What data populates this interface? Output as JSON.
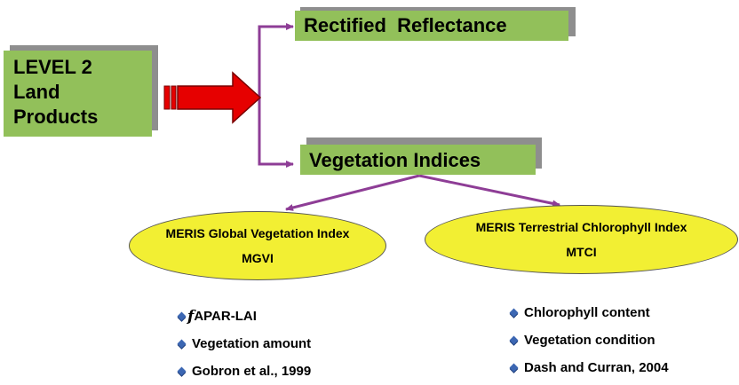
{
  "level_box": {
    "line1": "LEVEL 2",
    "line2": "Land",
    "line3": "Products"
  },
  "rectified": "Rectified  Reflectance",
  "vegetation": "Vegetation Indices",
  "mgvi": {
    "line1": "MERIS Global Vegetation Index",
    "line2": "MGVI"
  },
  "mtci": {
    "line1": "MERIS Terrestrial Chlorophyll Index",
    "line2": "MTCI"
  },
  "mgvi_list": {
    "fapar_prefix": "f",
    "fapar_rest": "APAR-LAI",
    "item2": "Vegetation amount",
    "item3": "Gobron et al., 1999"
  },
  "mtci_list": {
    "item1": "Chlorophyll content",
    "item2": "Vegetation condition",
    "item3": "Dash and Curran, 2004"
  },
  "colors": {
    "box_green": "#92c05a",
    "shadow_gray": "#8e8e8e",
    "connector_purple": "#8e3d96",
    "arrow_red": "#e60000",
    "ellipse_yellow": "#f2ef33",
    "bullet_blue": "#3c67b3"
  }
}
